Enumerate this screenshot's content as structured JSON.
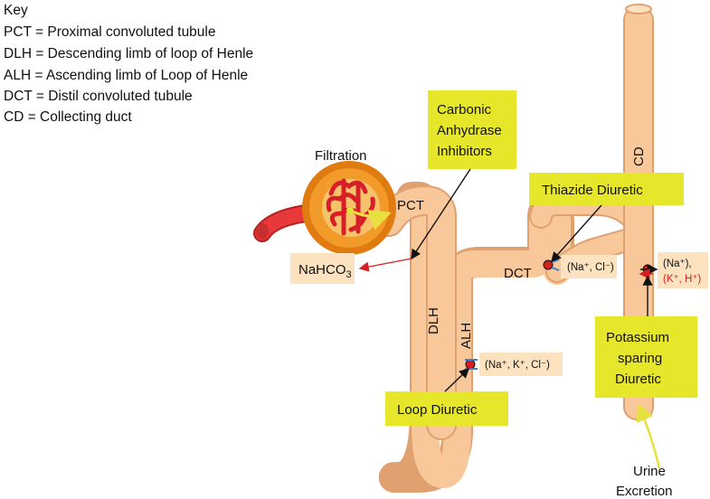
{
  "key": {
    "title": "Key",
    "lines": [
      "PCT = Proximal convoluted tubule",
      "DLH = Descending limb of loop of Henle",
      "ALH = Ascending limb of Loop of Henle",
      "DCT = Distil convoluted tubule",
      "CD = Collecting duct"
    ]
  },
  "labels": {
    "filtration": "Filtration",
    "pct": "PCT",
    "dlh": "DLH",
    "alh": "ALH",
    "dct": "DCT",
    "cd": "CD",
    "nahco3": "NaHCO",
    "nahco3_subscript": "3",
    "urine": [
      "Urine",
      "Excretion"
    ]
  },
  "drugs": {
    "carbonic": [
      "Carbonic",
      "Anhydrase",
      "Inhibitors"
    ],
    "thiazide": "Thiazide Diuretic",
    "loop": "Loop Diuretic",
    "potassium": [
      "Potassium",
      "sparing",
      "Diuretic"
    ]
  },
  "ions": {
    "dct": "(Na⁺, Cl⁻)",
    "loop": "(Na⁺, K⁺, Cl⁻)",
    "cd_na": "(Na⁺),",
    "cd_kh": "(K⁺, H⁺)"
  },
  "colors": {
    "tubule_fill": "#f9c89a",
    "tubule_stroke": "#e0a070",
    "box_yellow": "#e6e62a",
    "box_beige": "#fde2c0",
    "ion_red": "#d42020",
    "urine_arrow": "#e6e040",
    "vessel_red": "#e8383a"
  }
}
